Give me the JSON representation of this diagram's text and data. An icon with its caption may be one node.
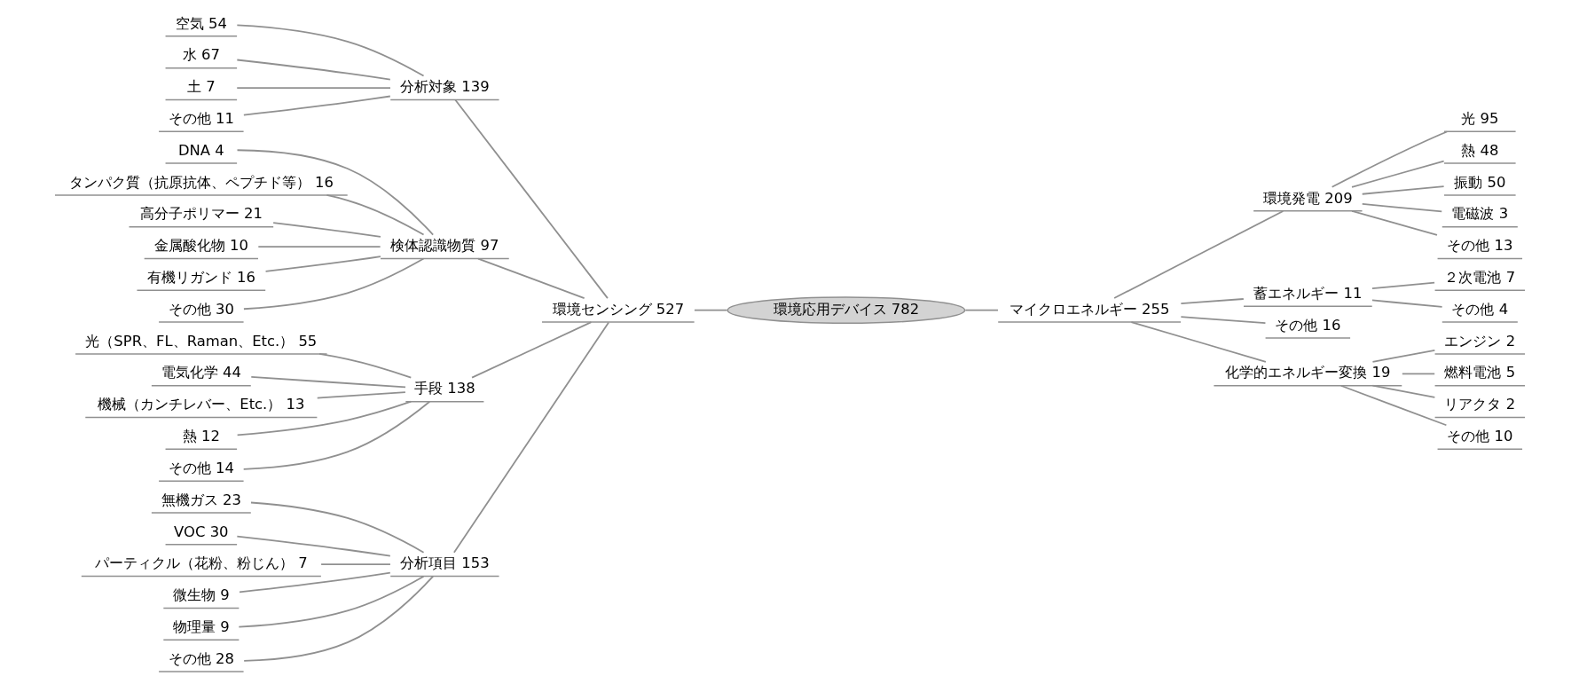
{
  "diagram": {
    "nodes": [
      {
        "text": [
          "環境応用デバイス 782"
        ]
      },
      {
        "text": [
          "環境センシング 527"
        ]
      },
      {
        "text": [
          "分析対象 139"
        ]
      },
      {
        "text": [
          "空気 54"
        ]
      },
      {
        "text": [
          "水 67"
        ]
      },
      {
        "text": [
          "土 7"
        ]
      },
      {
        "text": [
          "その他 11"
        ]
      },
      {
        "text": [
          "検体認識物質 97"
        ]
      },
      {
        "text": [
          "DNA 4"
        ]
      },
      {
        "text": [
          "タンパク質（抗原抗体、ペプチド等） 16"
        ]
      },
      {
        "text": [
          "高分子ポリマー 21"
        ]
      },
      {
        "text": [
          "金属酸化物 10"
        ]
      },
      {
        "text": [
          "有機リガンド 16"
        ]
      },
      {
        "text": [
          "その他 30"
        ]
      },
      {
        "text": [
          "手段 138"
        ]
      },
      {
        "text": [
          "光（SPR、FL、Raman、Etc.） 55"
        ]
      },
      {
        "text": [
          "電気化学 44"
        ]
      },
      {
        "text": [
          "機械（カンチレバー、Etc.） 13"
        ]
      },
      {
        "text": [
          "熱 12"
        ]
      },
      {
        "text": [
          "その他 14"
        ]
      },
      {
        "text": [
          "分析項目 153"
        ]
      },
      {
        "text": [
          "無機ガス 23"
        ]
      },
      {
        "text": [
          "VOC 30"
        ]
      },
      {
        "text": [
          "パーティクル（花粉、粉じん） 7"
        ]
      },
      {
        "text": [
          "微生物 9"
        ]
      },
      {
        "text": [
          "物理量 9"
        ]
      },
      {
        "text": [
          "その他 28"
        ]
      },
      {
        "text": [
          "マイクロエネルギー 255"
        ]
      },
      {
        "text": [
          "環境発電 209"
        ]
      },
      {
        "text": [
          "光 95"
        ]
      },
      {
        "text": [
          "熱 48"
        ]
      },
      {
        "text": [
          "振動 50"
        ]
      },
      {
        "text": [
          "電磁波 3"
        ]
      },
      {
        "text": [
          "その他 13"
        ]
      },
      {
        "text": [
          "蓄エネルギー 11"
        ]
      },
      {
        "text": [
          "２次電池 7"
        ]
      },
      {
        "text": [
          "その他 4"
        ]
      },
      {
        "text": [
          "その他 16"
        ]
      },
      {
        "text": [
          "化学的エネルギー変換 19"
        ]
      },
      {
        "text": [
          "エンジン 2"
        ]
      },
      {
        "text": [
          "燃料電池 5"
        ]
      },
      {
        "text": [
          "リアクタ 2"
        ]
      },
      {
        "text": [
          "その他 10"
        ]
      }
    ],
    "edges": [
      {
        "from": 1,
        "to": 0,
        "arrow": "none"
      },
      {
        "from": 2,
        "to": 1,
        "arrow": "none"
      },
      {
        "from": 3,
        "to": 2,
        "arrow": "none"
      },
      {
        "from": 4,
        "to": 2,
        "arrow": "none"
      },
      {
        "from": 5,
        "to": 2,
        "arrow": "none"
      },
      {
        "from": 6,
        "to": 2,
        "arrow": "none"
      },
      {
        "from": 7,
        "to": 1,
        "arrow": "none"
      },
      {
        "from": 8,
        "to": 7,
        "arrow": "none"
      },
      {
        "from": 9,
        "to": 7,
        "arrow": "none"
      },
      {
        "from": 10,
        "to": 7,
        "arrow": "none"
      },
      {
        "from": 11,
        "to": 7,
        "arrow": "none"
      },
      {
        "from": 12,
        "to": 7,
        "arrow": "none"
      },
      {
        "from": 13,
        "to": 7,
        "arrow": "none"
      },
      {
        "from": 14,
        "to": 1,
        "arrow": "none"
      },
      {
        "from": 15,
        "to": 14,
        "arrow": "none"
      },
      {
        "from": 16,
        "to": 14,
        "arrow": "none"
      },
      {
        "from": 17,
        "to": 14,
        "arrow": "none"
      },
      {
        "from": 18,
        "to": 14,
        "arrow": "none"
      },
      {
        "from": 19,
        "to": 14,
        "arrow": "none"
      },
      {
        "from": 20,
        "to": 1,
        "arrow": "none"
      },
      {
        "from": 21,
        "to": 20,
        "arrow": "none"
      },
      {
        "from": 22,
        "to": 20,
        "arrow": "none"
      },
      {
        "from": 23,
        "to": 20,
        "arrow": "none"
      },
      {
        "from": 24,
        "to": 20,
        "arrow": "none"
      },
      {
        "from": 25,
        "to": 20,
        "arrow": "none"
      },
      {
        "from": 26,
        "to": 20,
        "arrow": "none"
      },
      {
        "from": 0,
        "to": 27,
        "arrow": "none"
      },
      {
        "from": 27,
        "to": 28,
        "arrow": "none"
      },
      {
        "from": 28,
        "to": 29,
        "arrow": "none"
      },
      {
        "from": 28,
        "to": 30,
        "arrow": "none"
      },
      {
        "from": 28,
        "to": 31,
        "arrow": "none"
      },
      {
        "from": 28,
        "to": 32,
        "arrow": "none"
      },
      {
        "from": 28,
        "to": 33,
        "arrow": "none"
      },
      {
        "from": 27,
        "to": 34,
        "arrow": "none"
      },
      {
        "from": 34,
        "to": 35,
        "arrow": "none"
      },
      {
        "from": 34,
        "to": 36,
        "arrow": "none"
      },
      {
        "from": 27,
        "to": 37,
        "arrow": "none"
      },
      {
        "from": 27,
        "to": 38,
        "arrow": "none"
      },
      {
        "from": 38,
        "to": 39,
        "arrow": "none"
      },
      {
        "from": 38,
        "to": 40,
        "arrow": "none"
      },
      {
        "from": 38,
        "to": 41,
        "arrow": "none"
      },
      {
        "from": 38,
        "to": 42,
        "arrow": "none"
      }
    ]
  }
}
